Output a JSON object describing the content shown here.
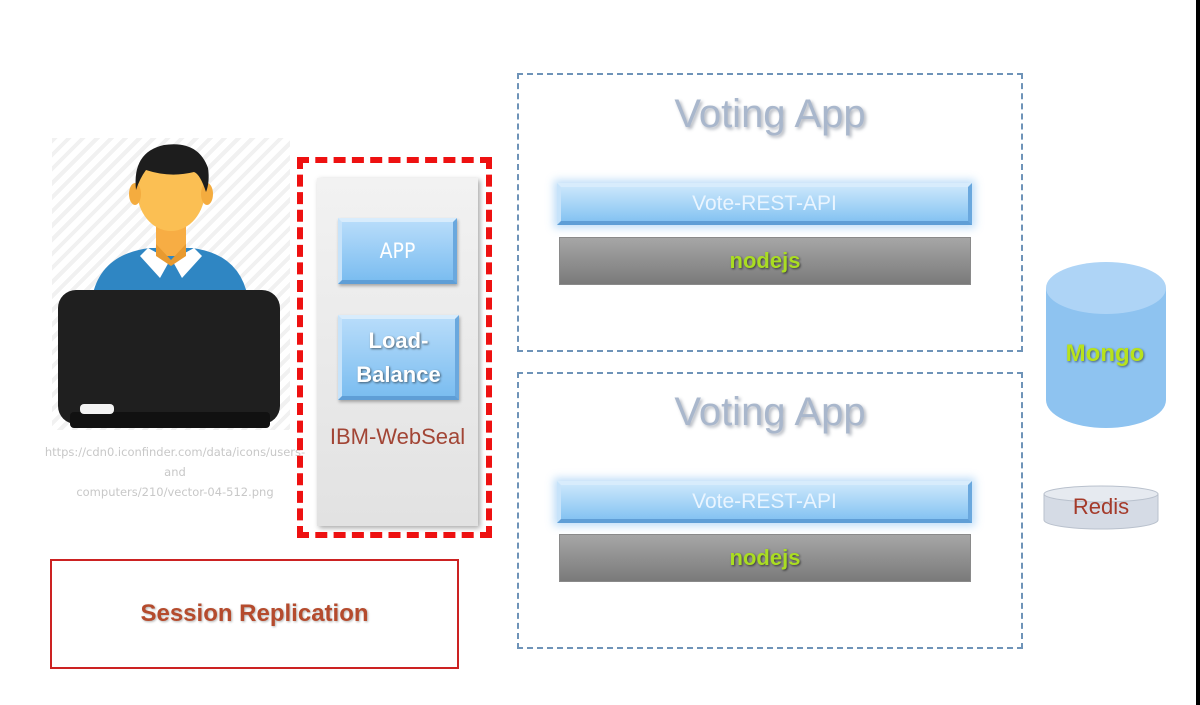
{
  "user_illustration": {
    "source_url": "https://cdn0.iconfinder.com/data/icons/users-and-computers/210/vector-04-512.png",
    "url_line1": "https://cdn0.iconfinder.com/data/icons/users-and",
    "url_line2": "computers/210/vector-04-512.png"
  },
  "webseal": {
    "app_label": "APP",
    "lb_line1": "Load-",
    "lb_line2": "Balance",
    "label": "IBM-WebSeal"
  },
  "session_replication": "Session Replication",
  "voting_apps": [
    {
      "title": "Voting App",
      "api_label": "Vote-REST-API",
      "runtime_label": "nodejs"
    },
    {
      "title": "Voting App",
      "api_label": "Vote-REST-API",
      "runtime_label": "nodejs"
    }
  ],
  "databases": {
    "mongo": "Mongo",
    "redis": "Redis"
  },
  "colors": {
    "dashed_red": "#ee1111",
    "frame_blue": "#6e93b8",
    "button_blue": "#7bbdf0",
    "nodejs_green": "#aadd22",
    "mongo_fill": "#8ec3f0",
    "redis_fill": "#d5dbe5"
  }
}
